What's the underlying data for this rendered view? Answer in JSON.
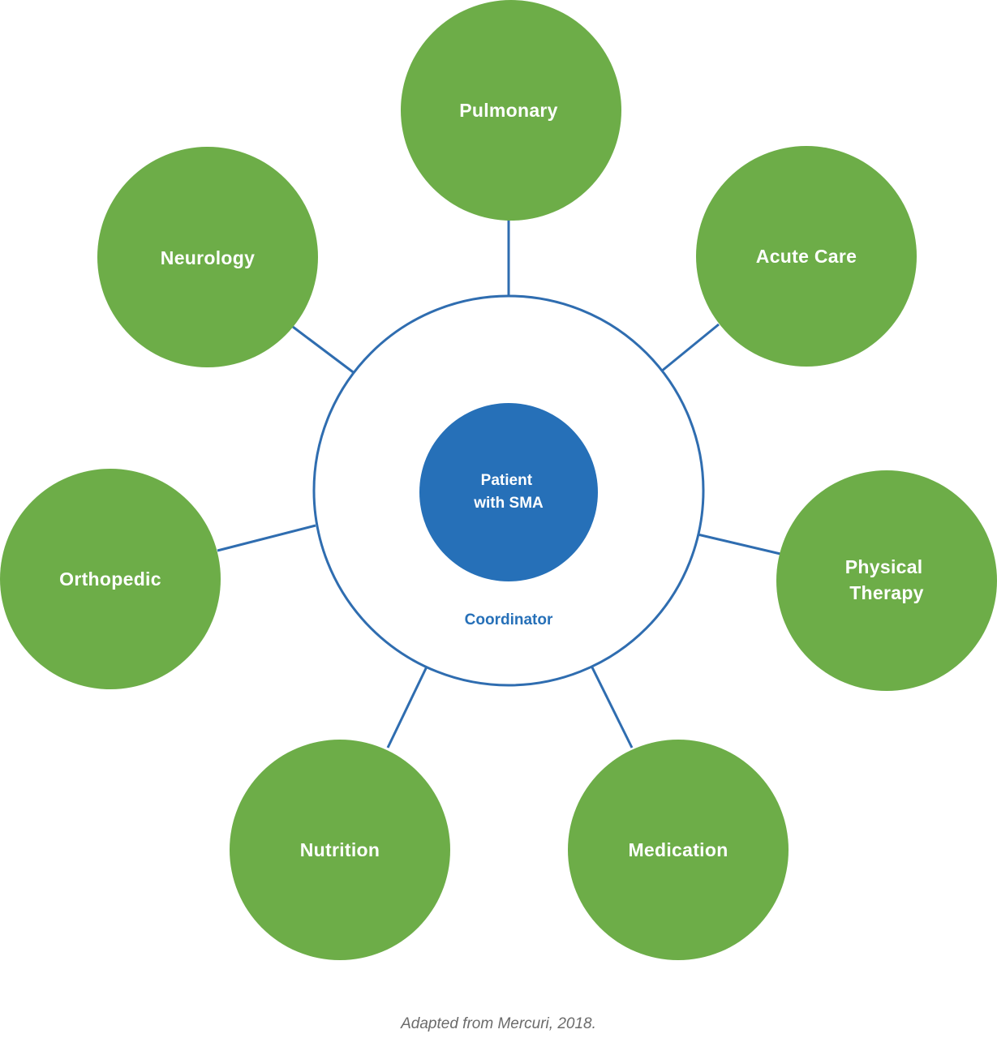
{
  "diagram": {
    "center": {
      "lines": [
        "Patient",
        "with SMA"
      ]
    },
    "coordinator": "Coordinator",
    "specialties": [
      {
        "id": "pulmonary",
        "lines": [
          "Pulmonary"
        ]
      },
      {
        "id": "acute-care",
        "lines": [
          "Acute Care"
        ]
      },
      {
        "id": "physical-therapy",
        "lines": [
          "Physical",
          "Therapy"
        ]
      },
      {
        "id": "medication",
        "lines": [
          "Medication"
        ]
      },
      {
        "id": "nutrition",
        "lines": [
          "Nutrition"
        ]
      },
      {
        "id": "orthopedic",
        "lines": [
          "Orthopedic"
        ]
      },
      {
        "id": "neurology",
        "lines": [
          "Neurology"
        ]
      }
    ],
    "caption": "Adapted from Mercuri, 2018."
  },
  "colors": {
    "green": "#6dad48",
    "blue": "#2670b8",
    "ring_stroke": "#2f6db0",
    "caption": "#6b6b6b"
  }
}
